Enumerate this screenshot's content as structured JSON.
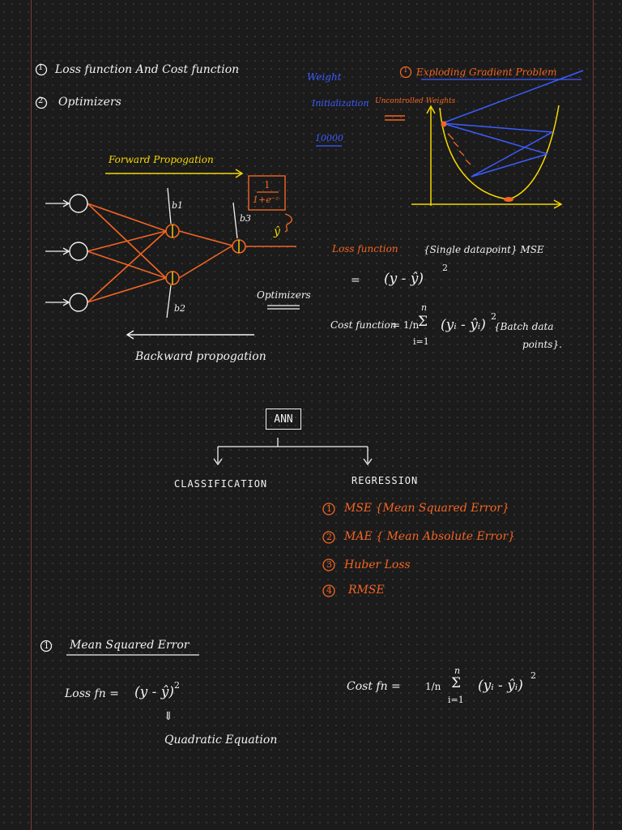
{
  "colors": {
    "background": "#1b1b1c",
    "ink": "#f2f2f2",
    "orange": "#f26522",
    "blue": "#3b5cff",
    "yellow": "#f5d800"
  },
  "topics": [
    {
      "num": "1",
      "text": "Loss function  And  Cost function"
    },
    {
      "num": "2",
      "text": "Optimizers"
    }
  ],
  "network": {
    "forward_label": "Forward Propogation",
    "backward_label": "Backward propogation",
    "optimizers_label": "Optimizers",
    "bias_labels": [
      "b1",
      "b2",
      "b3"
    ],
    "sigmoid_numerator": "1",
    "sigmoid_denominator": "1+e⁻ᶻ",
    "yhat": "ŷ"
  },
  "weight_init": {
    "line1": "Weight",
    "line2": "Initialization",
    "note": "Uncontrolled Weights",
    "value": "10000"
  },
  "exploding": {
    "num": "1",
    "title": "Exploding Gradient Problem"
  },
  "loss_formula": {
    "title": "Loss function",
    "note": "{Single datapoint} MSE",
    "eq": "=",
    "expr": "(y - ŷ)",
    "exp": "2"
  },
  "cost_formula": {
    "title": "Cost function",
    "lhs": "= 1/n",
    "sigma_top": "n",
    "sigma": "Σ",
    "sigma_bottom": "i=1",
    "expr": "(yᵢ - ŷᵢ)",
    "exp": "2",
    "note_line1": "{Batch data",
    "note_line2": "points}."
  },
  "tree": {
    "root": "ANN",
    "left": "CLASSIFICATION",
    "right": "REGRESSION"
  },
  "regression_losses": [
    {
      "num": "1",
      "text": "MSE  {Mean  Squared  Error}"
    },
    {
      "num": "2",
      "text": "MAE { Mean   Absolute   Error}"
    },
    {
      "num": "3",
      "text": "Huber Loss"
    },
    {
      "num": "4",
      "text": "RMSE"
    }
  ],
  "mse_section": {
    "num": "1",
    "title": "Mean  Squared  Error",
    "loss_label": "Loss fn =",
    "loss_expr": "(y - ŷ)",
    "loss_exp": "2",
    "arrow": "⇓",
    "quadratic": "Quadratic  Equation",
    "cost_label": "Cost fn =",
    "cost_frac": "1/n",
    "sigma_top": "n",
    "sigma": "Σ",
    "sigma_bottom": "i=1",
    "cost_expr": "(yᵢ - ŷᵢ)",
    "cost_exp": "2"
  }
}
